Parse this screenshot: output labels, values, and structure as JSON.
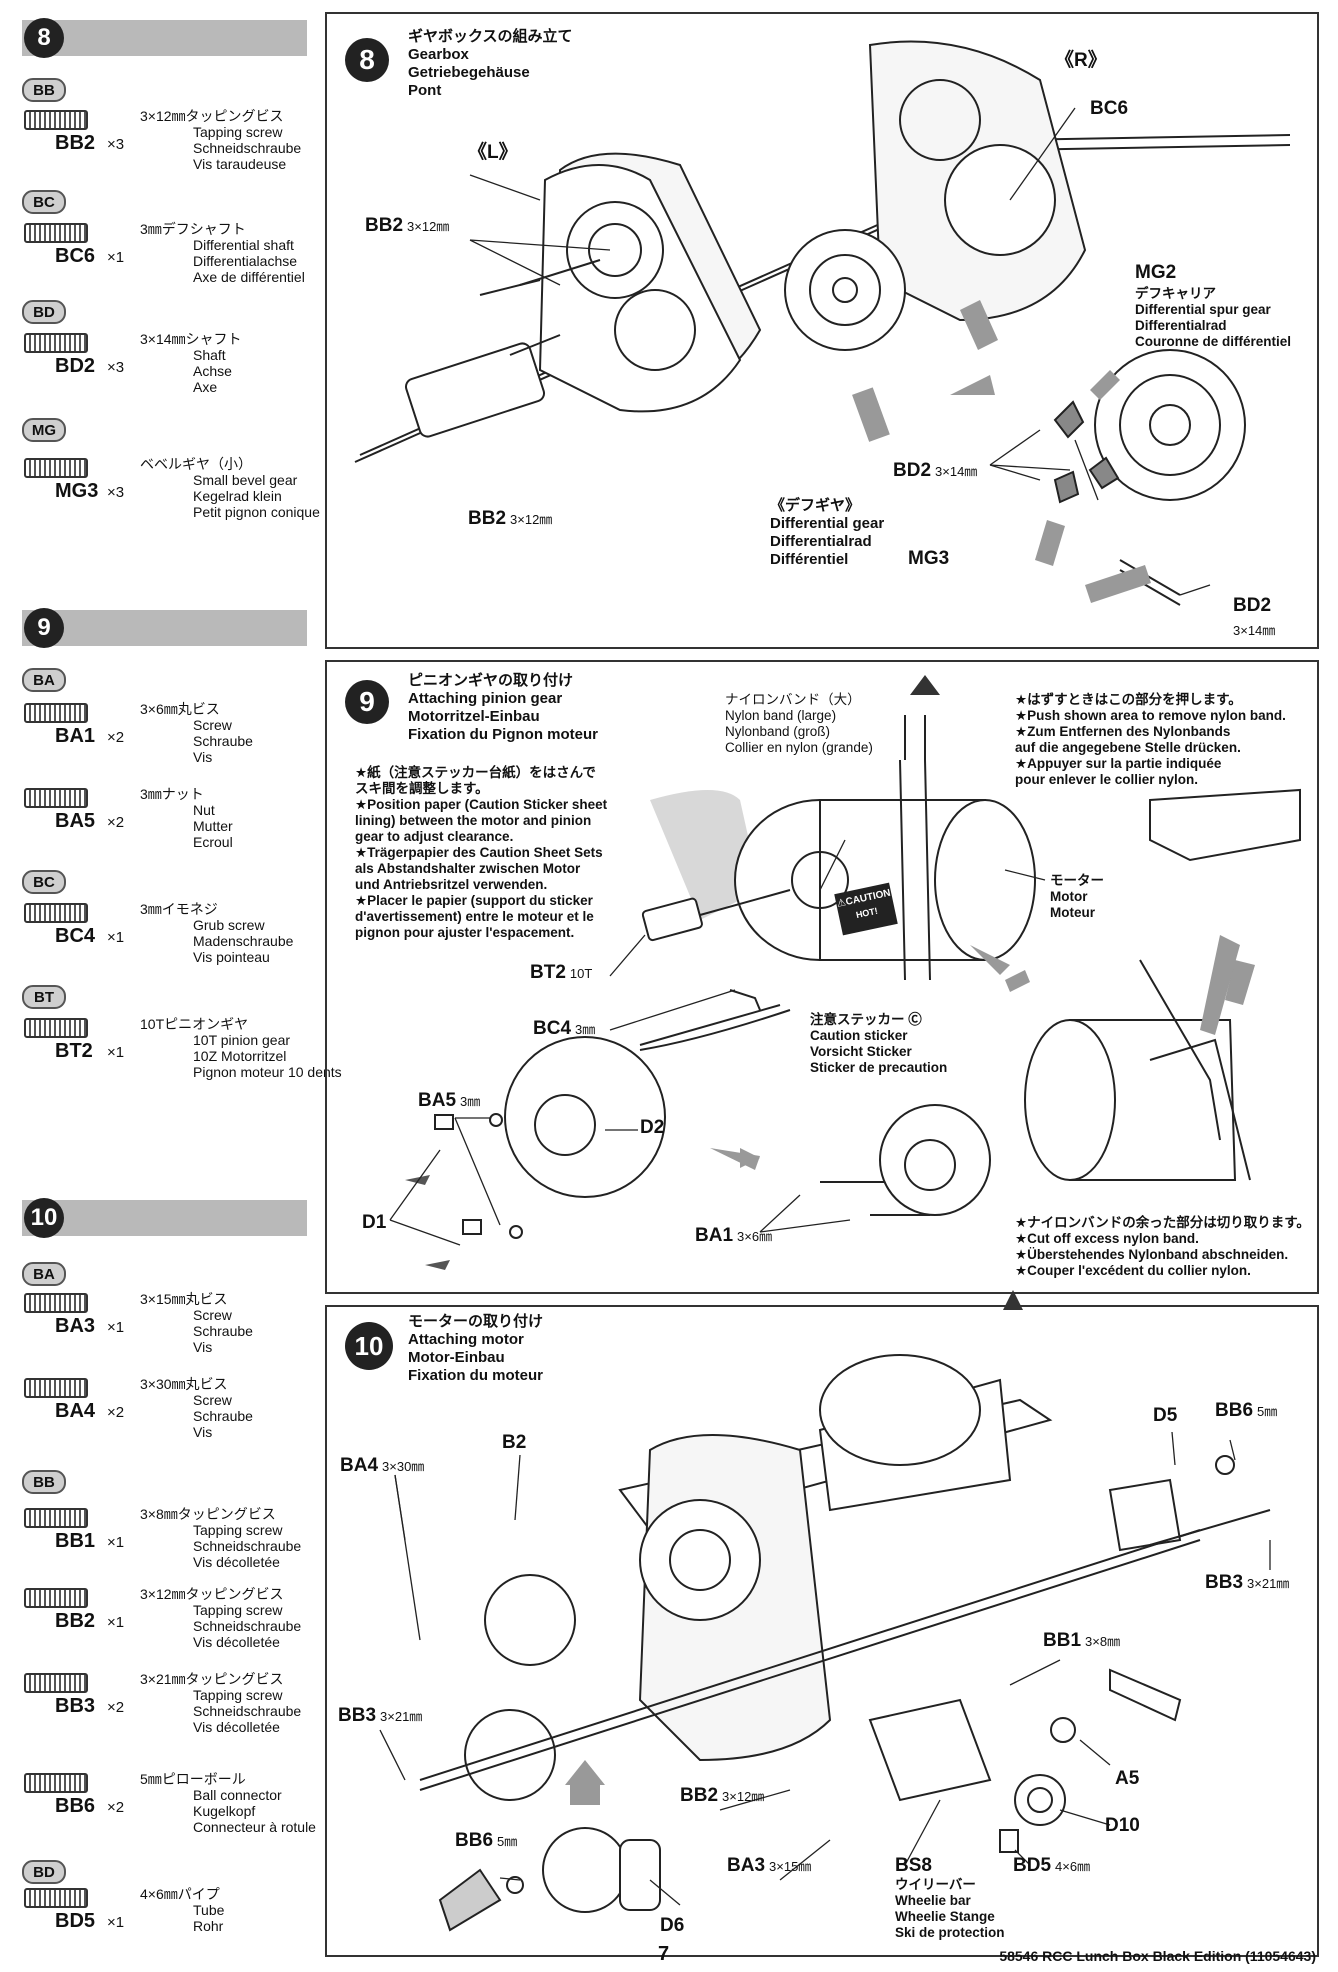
{
  "left": {
    "s8": {
      "step": "8",
      "groups": [
        {
          "cat": "BB",
          "parts": [
            {
              "code": "BB2",
              "qty": "×3",
              "desc": [
                "3×12㎜タッピングビス",
                "Tapping screw",
                "Schneidschraube",
                "Vis taraudeuse"
              ]
            }
          ]
        },
        {
          "cat": "BC",
          "parts": [
            {
              "code": "BC6",
              "qty": "×1",
              "desc": [
                "3㎜デフシャフト",
                "Differential shaft",
                "Differentialachse",
                "Axe de différentiel"
              ]
            }
          ]
        },
        {
          "cat": "BD",
          "parts": [
            {
              "code": "BD2",
              "qty": "×3",
              "desc": [
                "3×14㎜シャフト",
                "Shaft",
                "Achse",
                "Axe"
              ]
            }
          ]
        },
        {
          "cat": "MG",
          "parts": [
            {
              "code": "MG3",
              "qty": "×3",
              "desc": [
                "ベベルギヤ（小）",
                "Small bevel gear",
                "Kegelrad klein",
                "Petit pignon conique"
              ]
            }
          ]
        }
      ]
    },
    "s9": {
      "step": "9",
      "groups": [
        {
          "cat": "BA",
          "parts": [
            {
              "code": "BA1",
              "qty": "×2",
              "desc": [
                "3×6㎜丸ビス",
                "Screw",
                "Schraube",
                "Vis"
              ]
            },
            {
              "code": "BA5",
              "qty": "×2",
              "desc": [
                "3㎜ナット",
                "Nut",
                "Mutter",
                "Ecroul"
              ]
            }
          ]
        },
        {
          "cat": "BC",
          "parts": [
            {
              "code": "BC4",
              "qty": "×1",
              "desc": [
                "3㎜イモネジ",
                "Grub screw",
                "Madenschraube",
                "Vis pointeau"
              ]
            }
          ]
        },
        {
          "cat": "BT",
          "parts": [
            {
              "code": "BT2",
              "qty": "×1",
              "desc": [
                "10Tピニオンギヤ",
                "10T pinion gear",
                "10Z Motorritzel",
                "Pignon moteur 10 dents"
              ]
            }
          ]
        }
      ]
    },
    "s10": {
      "step": "10",
      "groups": [
        {
          "cat": "BA",
          "parts": [
            {
              "code": "BA3",
              "qty": "×1",
              "desc": [
                "3×15㎜丸ビス",
                "Screw",
                "Schraube",
                "Vis"
              ]
            },
            {
              "code": "BA4",
              "qty": "×2",
              "desc": [
                "3×30㎜丸ビス",
                "Screw",
                "Schraube",
                "Vis"
              ]
            }
          ]
        },
        {
          "cat": "BB",
          "parts": [
            {
              "code": "BB1",
              "qty": "×1",
              "desc": [
                "3×8㎜タッピングビス",
                "Tapping screw",
                "Schneidschraube",
                "Vis décolletée"
              ]
            },
            {
              "code": "BB2",
              "qty": "×1",
              "desc": [
                "3×12㎜タッピングビス",
                "Tapping screw",
                "Schneidschraube",
                "Vis décolletée"
              ]
            },
            {
              "code": "BB3",
              "qty": "×2",
              "desc": [
                "3×21㎜タッピングビス",
                "Tapping screw",
                "Schneidschraube",
                "Vis décolletée"
              ]
            },
            {
              "code": "BB6",
              "qty": "×2",
              "desc": [
                "5㎜ピローボール",
                "Ball connector",
                "Kugelkopf",
                "Connecteur à rotule"
              ]
            }
          ]
        },
        {
          "cat": "BD",
          "parts": [
            {
              "code": "BD5",
              "qty": "×1",
              "desc": [
                "4×6㎜パイプ",
                "Tube",
                "Rohr"
              ]
            }
          ]
        }
      ]
    }
  },
  "panel8": {
    "step": "8",
    "title": [
      "ギヤボックスの組み立て",
      "Gearbox",
      "Getriebegehäuse",
      "Pont"
    ],
    "labels": {
      "r": "《R》",
      "l": "《L》",
      "bc6": "BC6",
      "bb2a": "BB2",
      "bb2a_size": "3×12㎜",
      "bb2b": "BB2",
      "bb2b_size": "3×12㎜",
      "mg2": "MG2",
      "mg2_desc": [
        "デフキャリア",
        "Differential spur gear",
        "Differentialrad",
        "Couronne de différentiel"
      ],
      "bd2a": "BD2",
      "bd2a_size": "3×14㎜",
      "bd2b": "BD2",
      "bd2b_size": "3×14㎜",
      "mg3": "MG3",
      "diff": [
        "《デフギヤ》",
        "Differential gear",
        "Differentialrad",
        "Différentiel"
      ]
    }
  },
  "panel9": {
    "step": "9",
    "title": [
      "ピニオンギヤの取り付け",
      "Attaching pinion gear",
      "Motorritzel-Einbau",
      "Fixation du Pignon moteur"
    ],
    "paper_note": [
      "★紙（注意ステッカー台紙）をはさんで",
      "スキ間を調整します。",
      "★Position paper (Caution Sticker sheet",
      "lining) between the motor and pinion",
      "gear to adjust clearance.",
      "★Trägerpapier des Caution Sheet Sets",
      "als Abstandshalter zwischen Motor",
      "und Antriebsritzel verwenden.",
      "★Placer le papier (support du sticker",
      "d'avertissement) entre le moteur et le",
      "pignon pour ajuster l'espacement."
    ],
    "nylon_band": [
      "ナイロンバンド（大）",
      "Nylon band (large)",
      "Nylonband (groß)",
      "Collier en nylon (grande)"
    ],
    "push_note": [
      "★はずすときはこの部分を押します。",
      "★Push shown area to remove nylon band.",
      "★Zum Entfernen des Nylonbands",
      "auf die angegebene Stelle drücken.",
      "★Appuyer sur la partie indiquée",
      "pour enlever le collier nylon."
    ],
    "motor": [
      "モーター",
      "Motor",
      "Moteur"
    ],
    "caution_mark": "⚠CAUTION",
    "caution_mark2": "HOT!",
    "caution_sticker": [
      "注意ステッカー Ⓒ",
      "Caution sticker",
      "Vorsicht Sticker",
      "Sticker de precaution"
    ],
    "bt2": "BT2",
    "bt2_size": "10T",
    "bc4": "BC4",
    "bc4_size": "3㎜",
    "ba5": "BA5",
    "ba5_size": "3㎜",
    "d1": "D1",
    "d2": "D2",
    "ba1": "BA1",
    "ba1_size": "3×6㎜",
    "cut_note": [
      "★ナイロンバンドの余った部分は切り取ります。",
      "★Cut off excess nylon band.",
      "★Überstehendes Nylonband abschneiden.",
      "★Couper l'excédent du collier nylon."
    ]
  },
  "panel10": {
    "step": "10",
    "title": [
      "モーターの取り付け",
      "Attaching motor",
      "Motor-Einbau",
      "Fixation du moteur"
    ],
    "labels": {
      "ba4": "BA4",
      "ba4_size": "3×30㎜",
      "b2": "B2",
      "d5": "D5",
      "bb6a": "BB6",
      "bb6a_size": "5㎜",
      "bb3a": "BB3",
      "bb3a_size": "3×21㎜",
      "bb1": "BB1",
      "bb1_size": "3×8㎜",
      "bb3b": "BB3",
      "bb3b_size": "3×21㎜",
      "a5": "A5",
      "d10": "D10",
      "bb2": "BB2",
      "bb2_size": "3×12㎜",
      "bb6b": "BB6",
      "bb6b_size": "5㎜",
      "ba3": "BA3",
      "ba3_size": "3×15㎜",
      "bs8": "BS8",
      "bs8_desc": [
        "ウイリーバー",
        "Wheelie bar",
        "Wheelie Stange",
        "Ski de protection"
      ],
      "bd5": "BD5",
      "bd5_size": "4×6㎜",
      "d6": "D6"
    }
  },
  "footer": {
    "page": "7",
    "id": "58546  RCC Lunch Box Black Edition (11054643)"
  }
}
